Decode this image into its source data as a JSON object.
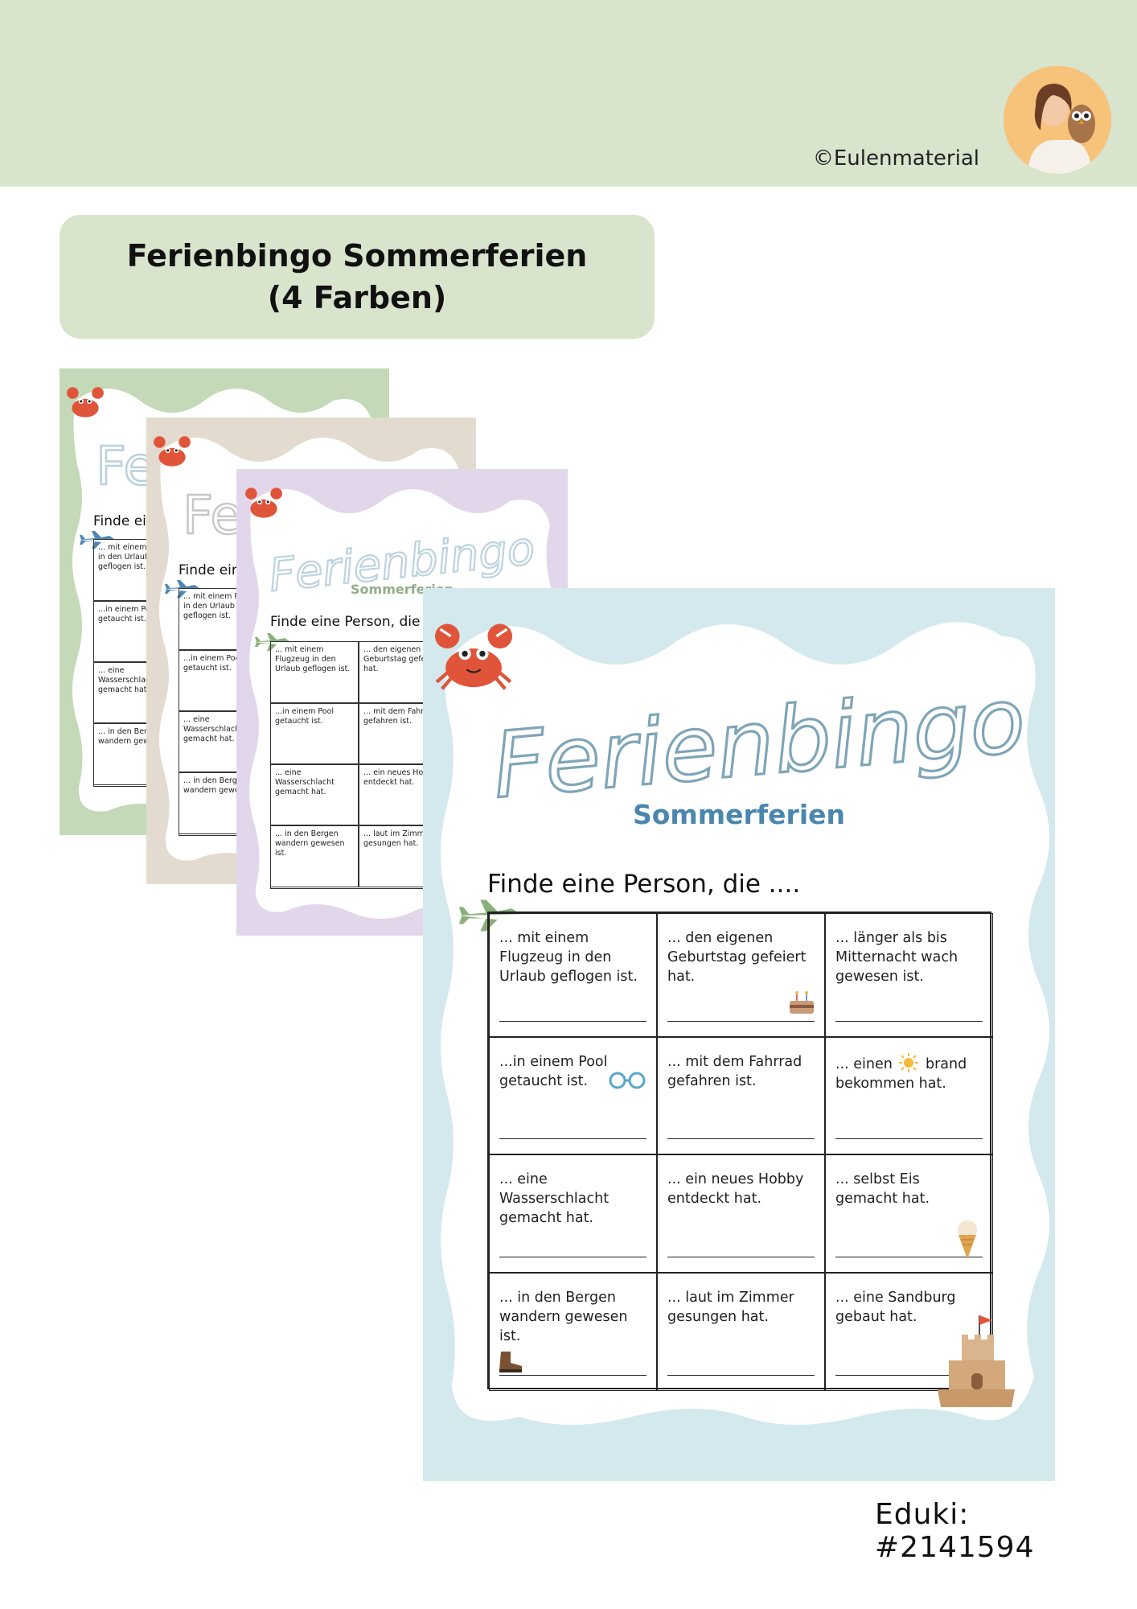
{
  "copyright": "©Eulenmaterial",
  "title": {
    "line1": "Ferienbingo Sommerferien",
    "line2": "(4 Farben)"
  },
  "colors": {
    "green": "#c3d9b7",
    "beige": "#e3dbcf",
    "lilac": "#e2d7ea",
    "blue": "#d4e9ee",
    "header_band": "#d8e4cb"
  },
  "sheet": {
    "title": "Ferienbingo",
    "subtitle": "Sommerferien",
    "prompt": "Finde eine Person, die ....",
    "mini_prompt_1": "Finde ei",
    "mini_prompt_2": "Finde eir",
    "mini_prompt_3": "Finde eine Person, die",
    "cells": [
      {
        "text": "... mit einem Flugzeug in den Urlaub geflogen ist."
      },
      {
        "text": "... den eigenen Geburtstag gefeiert hat."
      },
      {
        "text": "... länger als bis Mitternacht wach gewesen ist."
      },
      {
        "text": "...in einem Pool getaucht ist."
      },
      {
        "text": "... mit dem Fahrrad gefahren ist."
      },
      {
        "text_a": "... einen",
        "text_b": "brand bekommen hat."
      },
      {
        "text": "... eine Wasserschlacht gemacht hat."
      },
      {
        "text": "... ein neues Hobby entdeckt hat."
      },
      {
        "text": "... selbst Eis gemacht hat."
      },
      {
        "text": "... in den Bergen wandern gewesen ist."
      },
      {
        "text": "... laut im Zimmer gesungen hat."
      },
      {
        "text": "... eine Sandburg gebaut hat."
      }
    ],
    "mini_cells_a": [
      "... mit einem Flugzeug in den Urlaub geflogen ist.",
      "...in einem Pool getaucht ist.",
      "... eine Wasserschlacht gemacht hat.",
      "... in den Bergen wandern gewesen ist."
    ],
    "mini_cells_b": [
      "... den eigenen Geburtstag gefeiert hat.",
      "... mit dem Fahrrad gefahren ist.",
      "... ein neues Hobby entdeckt hat.",
      "... laut im Zimmer gesungen hat."
    ]
  },
  "icons": [
    "crab-icon",
    "airplane-icon",
    "cake-icon",
    "goggles-icon",
    "sun-icon",
    "ice-cream-icon",
    "boot-icon",
    "sandcastle-icon"
  ],
  "footer": {
    "eduki": "Eduki: #2141594"
  }
}
